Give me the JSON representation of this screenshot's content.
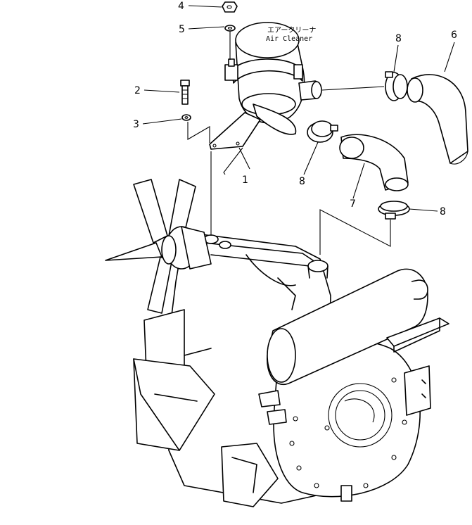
{
  "label_ja": "エアークリーナ",
  "label_en": "Air  Cleaner",
  "callouts": {
    "c1": "1",
    "c2": "2",
    "c3": "3",
    "c4": "4",
    "c5": "5",
    "c6": "6",
    "c7": "7",
    "c8a": "8",
    "c8b": "8",
    "c8c": "8"
  }
}
